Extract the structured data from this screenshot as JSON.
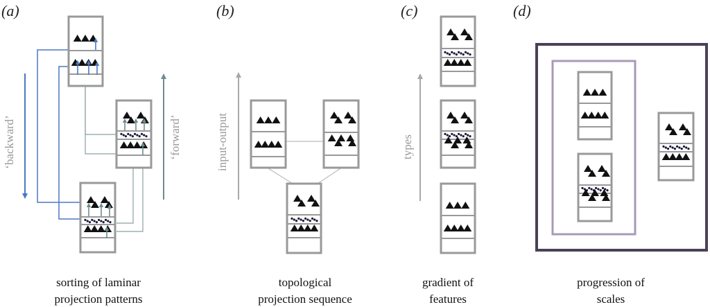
{
  "panels": [
    {
      "id": "a",
      "label": "(a)",
      "caption": [
        "sorting of laminar",
        "projection patterns"
      ]
    },
    {
      "id": "b",
      "label": "(b)",
      "caption": [
        "topological",
        "projection sequence"
      ]
    },
    {
      "id": "c",
      "label": "(c)",
      "caption": [
        "gradient of",
        "features"
      ]
    },
    {
      "id": "d",
      "label": "(d)",
      "caption": [
        "progression of",
        "scales"
      ]
    }
  ],
  "arrows": {
    "backward": "‘backward’",
    "forward": "‘forward’",
    "input_output": "input-output",
    "types": "types"
  },
  "colors": {
    "column_border": "#999999",
    "backward": "#4a78c2",
    "forward": "#6f8c8e",
    "axis_arrow": "#a8a8a8",
    "cell": "#111111",
    "outer_box": "#4a4058",
    "inner_box": "#a79ab8"
  }
}
